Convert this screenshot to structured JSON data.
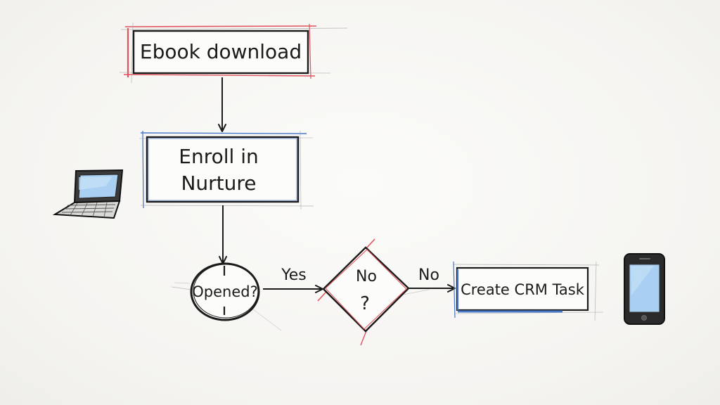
{
  "diagram": {
    "nodes": {
      "ebook": {
        "label": "Ebook download"
      },
      "enroll": {
        "line1": "Enroll in",
        "line2": "Nurture"
      },
      "opened": {
        "label": "Opened?"
      },
      "decision": {
        "line1": "No",
        "line2": "?"
      },
      "task": {
        "label": "Create CRM Task"
      }
    },
    "edges": {
      "yes_label": "Yes",
      "no_label": "No"
    },
    "colors": {
      "ink": "#1b1b1b",
      "red_accent": "#e0535e",
      "blue_accent": "#4a78c8",
      "screen_blue": "#a9d0f2"
    },
    "icons": [
      "laptop-icon",
      "smartphone-icon"
    ]
  }
}
